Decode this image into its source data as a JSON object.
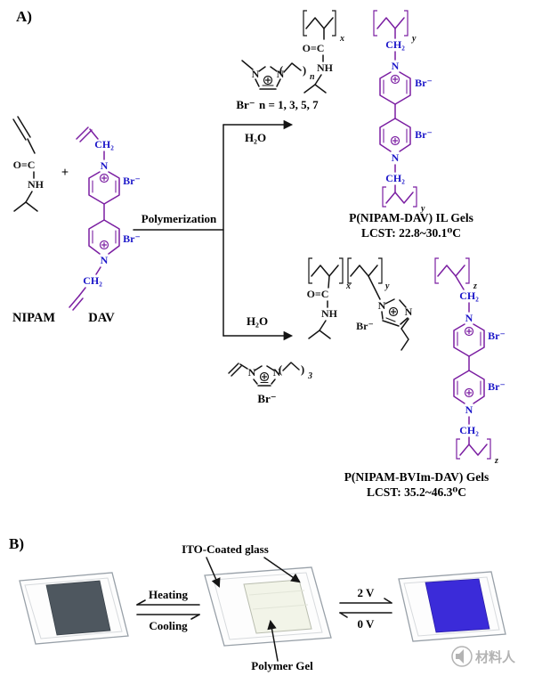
{
  "figure": {
    "panel_a_label": "A)",
    "panel_b_label": "B)"
  },
  "colors": {
    "black": "#141414",
    "purple": "#7B1FA2",
    "blue": "#1C17C9",
    "heating_red": "#CE1653",
    "cooling_blue": "#2430C0",
    "gel_gray": "#4E575F",
    "gel_clear": "#F2F4E8",
    "gel_blue": "#3B2BD9",
    "watermark_gray": "#B3B3B3"
  },
  "panel_a": {
    "nipam_label": "NIPAM",
    "plus": "+",
    "dav_label": "DAV",
    "polymerization": "Polymerization",
    "upper_route": {
      "br": "Br⁻",
      "n_values": "n = 1, 3, 5, 7",
      "solvent": "H₂O"
    },
    "lower_route": {
      "solvent": "H₂O",
      "br": "Br⁻",
      "chain_sub": "3"
    },
    "upper_product": {
      "name": "P(NIPAM-DAV) IL Gels",
      "lcst": "LCST: 22.8~30.1⁰C"
    },
    "lower_product": {
      "name": "P(NIPAM-BVIm-DAV) Gels",
      "lcst": "LCST: 35.2~46.3⁰C"
    }
  },
  "chem": {
    "carbonyl": "O=C",
    "nh": "NH",
    "n_atom": "N",
    "ch2": "CH₂",
    "br": "Br⁻",
    "sub_x": "x",
    "sub_y": "y",
    "sub_z": "z",
    "sub_n": "n",
    "paren_open": "(",
    "paren_close": ")"
  },
  "panel_b": {
    "ito_label": "ITO-Coated glass",
    "polymer_gel_label": "Polymer Gel",
    "heating": "Heating",
    "cooling": "Cooling",
    "voltage_on": "2 V",
    "voltage_off": "0 V",
    "watermark": "材料人"
  }
}
